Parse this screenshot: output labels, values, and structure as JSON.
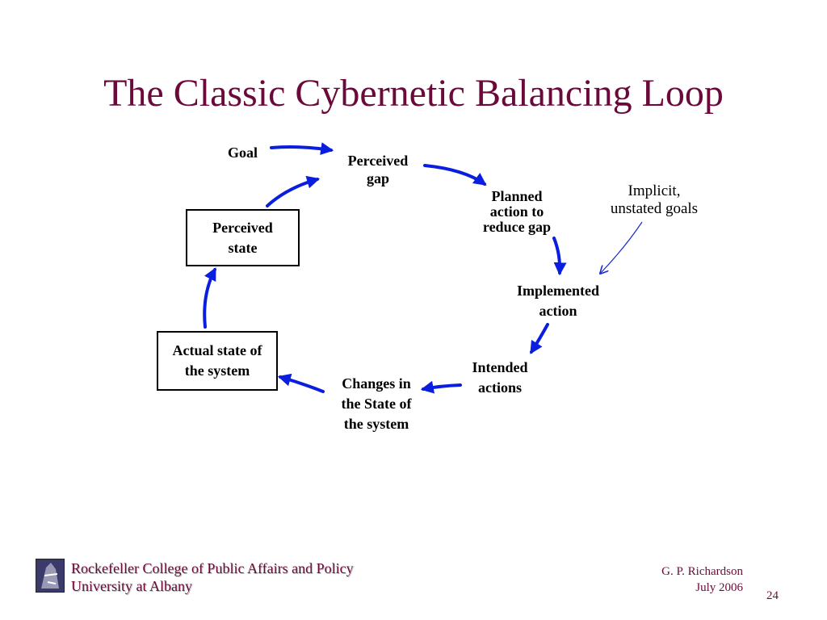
{
  "title": "The Classic Cybernetic Balancing Loop",
  "nodes": {
    "goal": "Goal",
    "perceived_gap": [
      "Perceived",
      "gap"
    ],
    "planned_action": [
      "Planned",
      "action to",
      "reduce gap"
    ],
    "implicit_goals": [
      "Implicit,",
      "unstated goals"
    ],
    "implemented_action": [
      "Implemented",
      "action"
    ],
    "intended_actions": [
      "Intended",
      "actions"
    ],
    "changes_in_state": [
      "Changes in",
      "the State of",
      "the system"
    ],
    "actual_state": [
      "Actual state of",
      "the system"
    ],
    "perceived_state": [
      "Perceived",
      "state"
    ]
  },
  "colors": {
    "arrow": "#0a1ee0",
    "title": "#6b0a3a",
    "thin_arrow": "#1a2ad0"
  },
  "footer": {
    "institution_line1": "Rockefeller College of Public Affairs and Policy",
    "institution_line2": "University at Albany",
    "author": "G. P. Richardson",
    "date": "July 2006",
    "page_number": "24"
  }
}
